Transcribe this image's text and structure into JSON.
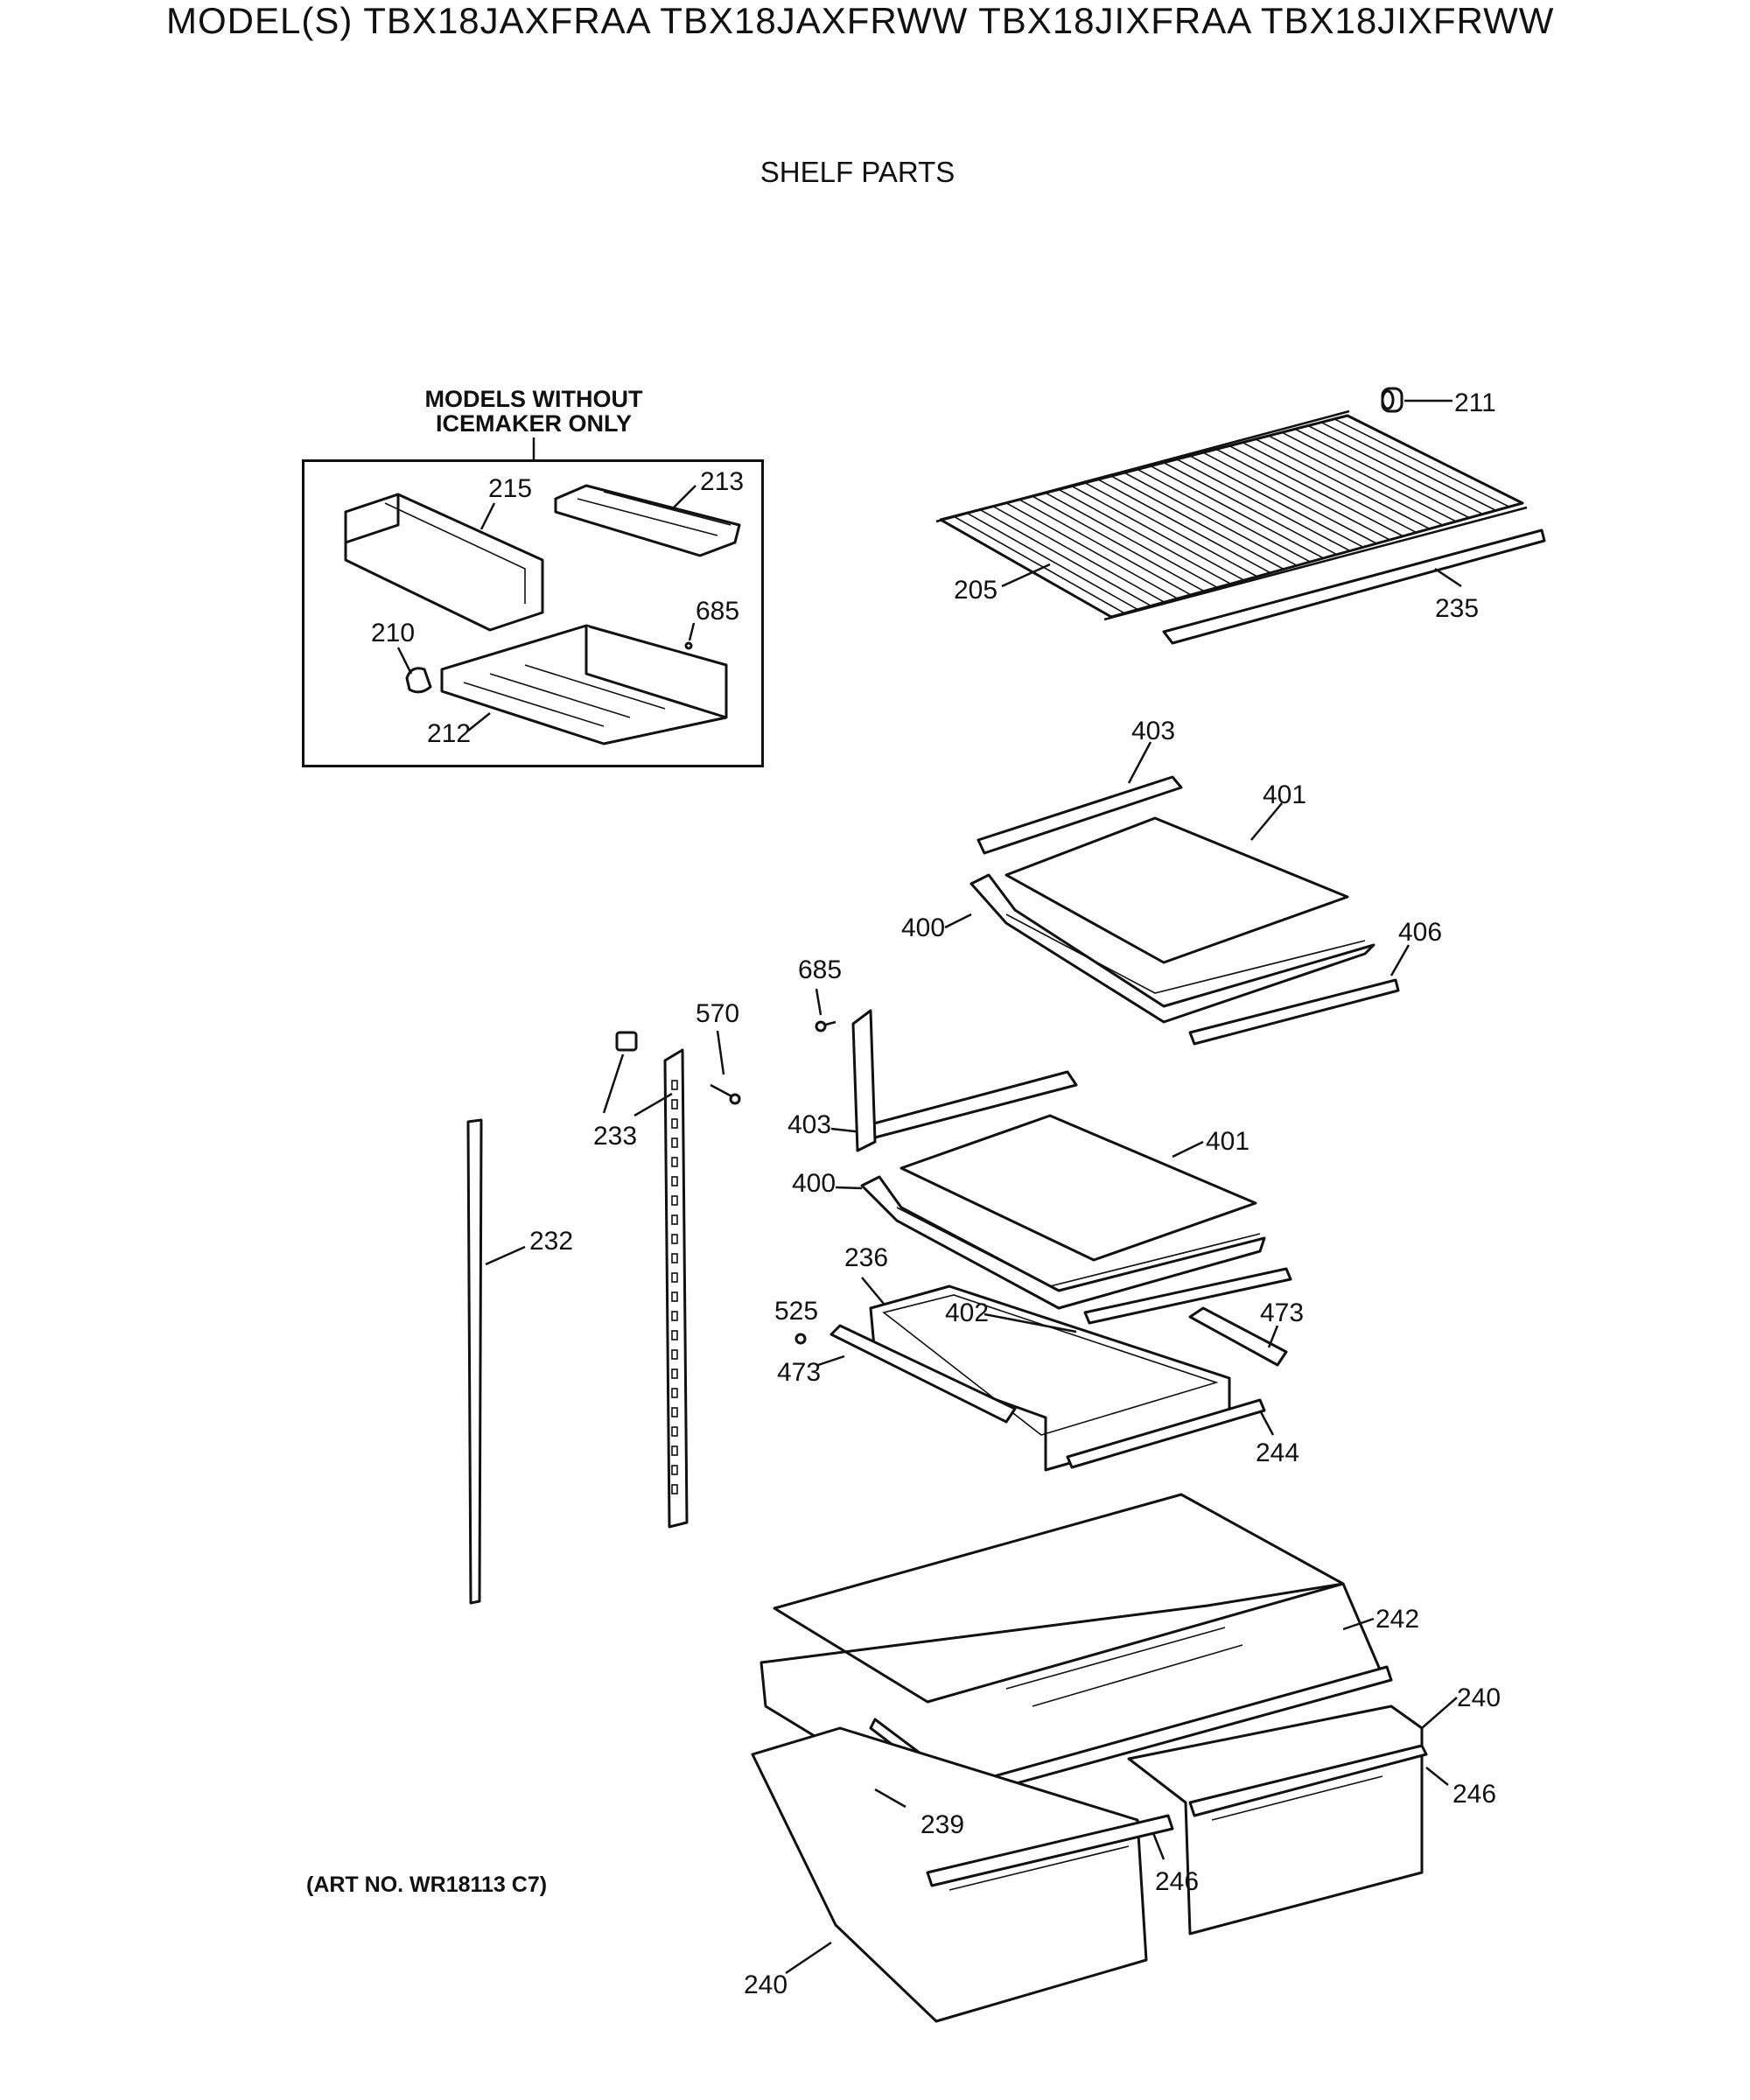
{
  "header": {
    "title": "MODEL(S) TBX18JAXFRAA TBX18JAXFRWW TBX18JIXFRAA TBX18JIXFRWW",
    "subtitle": "SHELF PARTS"
  },
  "inset": {
    "caption_line1": "MODELS WITHOUT",
    "caption_line2": "ICEMAKER ONLY"
  },
  "footer": {
    "art_number": "(ART NO. WR18113 C7)"
  },
  "callouts": {
    "c211": "211",
    "c205": "205",
    "c235": "235",
    "c215": "215",
    "c213": "213",
    "c210": "210",
    "c685a": "685",
    "c212": "212",
    "c403a": "403",
    "c401a": "401",
    "c400a": "400",
    "c406": "406",
    "c685b": "685",
    "c570": "570",
    "c233": "233",
    "c232": "232",
    "c403b": "403",
    "c401b": "401",
    "c400b": "400",
    "c236": "236",
    "c525": "525",
    "c402": "402",
    "c473a": "473",
    "c473b": "473",
    "c244": "244",
    "c242": "242",
    "c240a": "240",
    "c246a": "246",
    "c239": "239",
    "c246b": "246",
    "c240b": "240"
  }
}
